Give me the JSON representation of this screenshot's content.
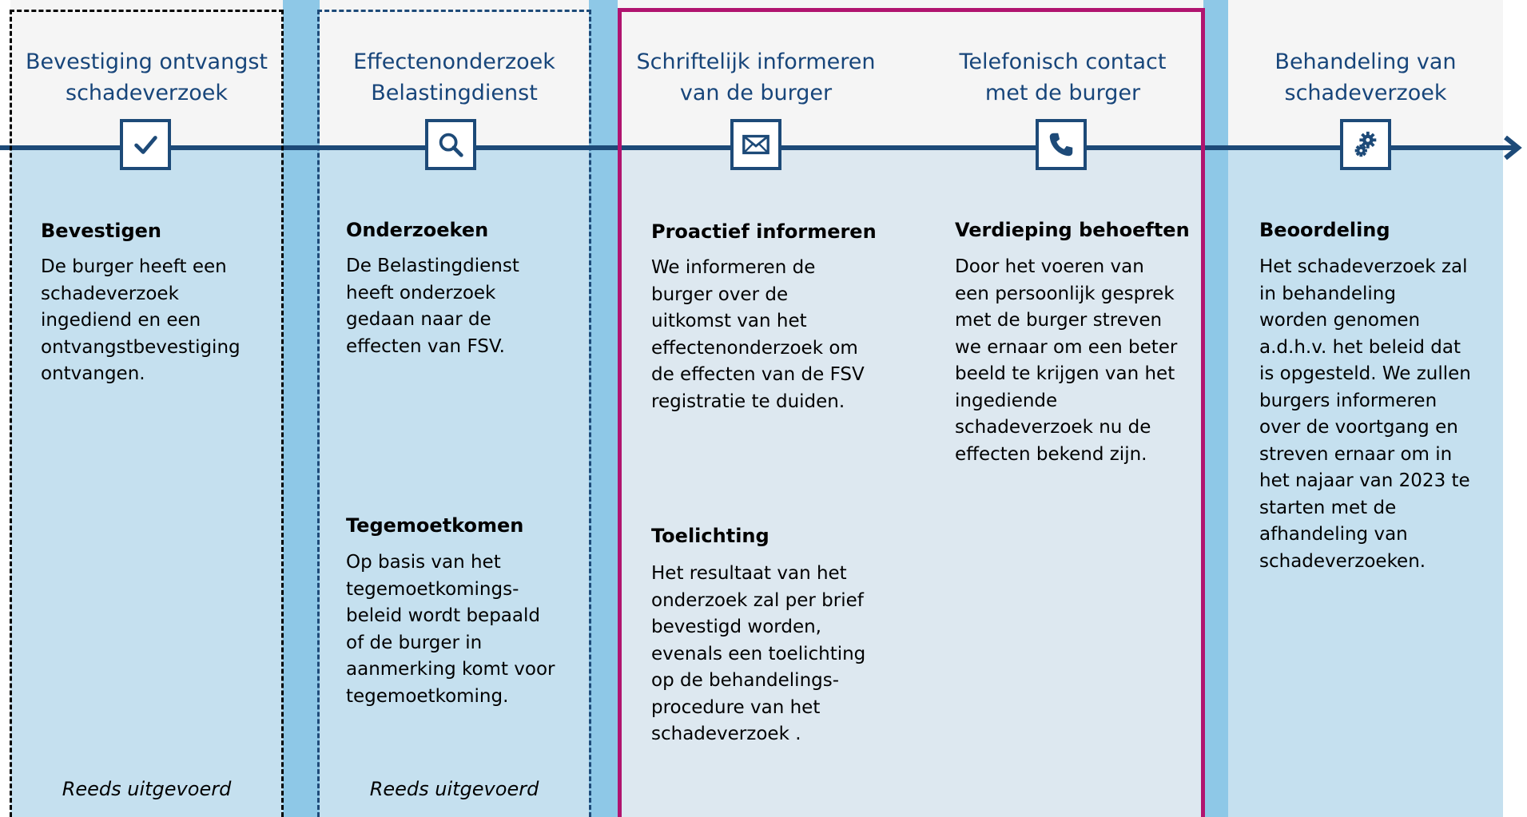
{
  "colors": {
    "header_bg": "#f5f5f5",
    "column_body": "#c5e0ef",
    "gap_band": "#8ec8e7",
    "highlight_body": "#dde8f0",
    "highlight_border": "#b0146f",
    "timeline": "#1d4a78",
    "title_text": "#17457a"
  },
  "columns": [
    {
      "title": "Bevestiging ontvangst\nschadeverzoek",
      "icon": "checkmark-icon",
      "sections": [
        {
          "heading": "Bevestigen",
          "text": "De burger heeft een\nschadeverzoek\ningediend en een\nontvangstbevestiging\nontvangen."
        }
      ],
      "status": "Reeds uitgevoerd"
    },
    {
      "title": "Effectenonderzoek\nBelastingdienst",
      "icon": "search-icon",
      "sections": [
        {
          "heading": "Onderzoeken",
          "text": "De Belastingdienst\nheeft onderzoek\ngedaan naar de\neffecten van FSV."
        },
        {
          "heading": "Tegemoetkomen",
          "text": "Op basis van het\ntegemoetkomings-\nbeleid wordt bepaald\nof de burger in\naanmerking komt voor\ntegemoetkoming."
        }
      ],
      "status": "Reeds uitgevoerd"
    },
    {
      "title": "Schriftelijk informeren\nvan de burger",
      "icon": "envelope-icon",
      "sections": [
        {
          "heading": "Proactief informeren",
          "text": "We informeren de\nburger over de\nuitkomst van het\neffectenonderzoek om\nde effecten van de FSV\nregistratie te duiden."
        },
        {
          "heading": "Toelichting",
          "text": "Het resultaat van het\nonderzoek zal per brief\nbevestigd worden,\nevenals een toelichting\nop de behandelings-\nprocedure van het\nschadeverzoek ."
        }
      ]
    },
    {
      "title": "Telefonisch contact\nmet de burger",
      "icon": "phone-icon",
      "sections": [
        {
          "heading": "Verdieping behoeften",
          "text": "Door het voeren van\neen persoonlijk gesprek\nmet de burger streven\nwe ernaar om een beter\nbeeld te krijgen van het\ningediende\nschadeverzoek nu de\neffecten bekend zijn."
        }
      ]
    },
    {
      "title": "Behandeling van\nschadeverzoek",
      "icon": "gears-icon",
      "sections": [
        {
          "heading": "Beoordeling",
          "text": "Het schadeverzoek zal\nin behandeling\nworden genomen\na.d.h.v. het beleid dat\nis opgesteld. We zullen\nburgers informeren\nover de voortgang en\nstreven ernaar om in\nhet najaar van 2023 te\nstarten met de\nafhandeling van\nschadeverzoeken."
        }
      ]
    }
  ]
}
